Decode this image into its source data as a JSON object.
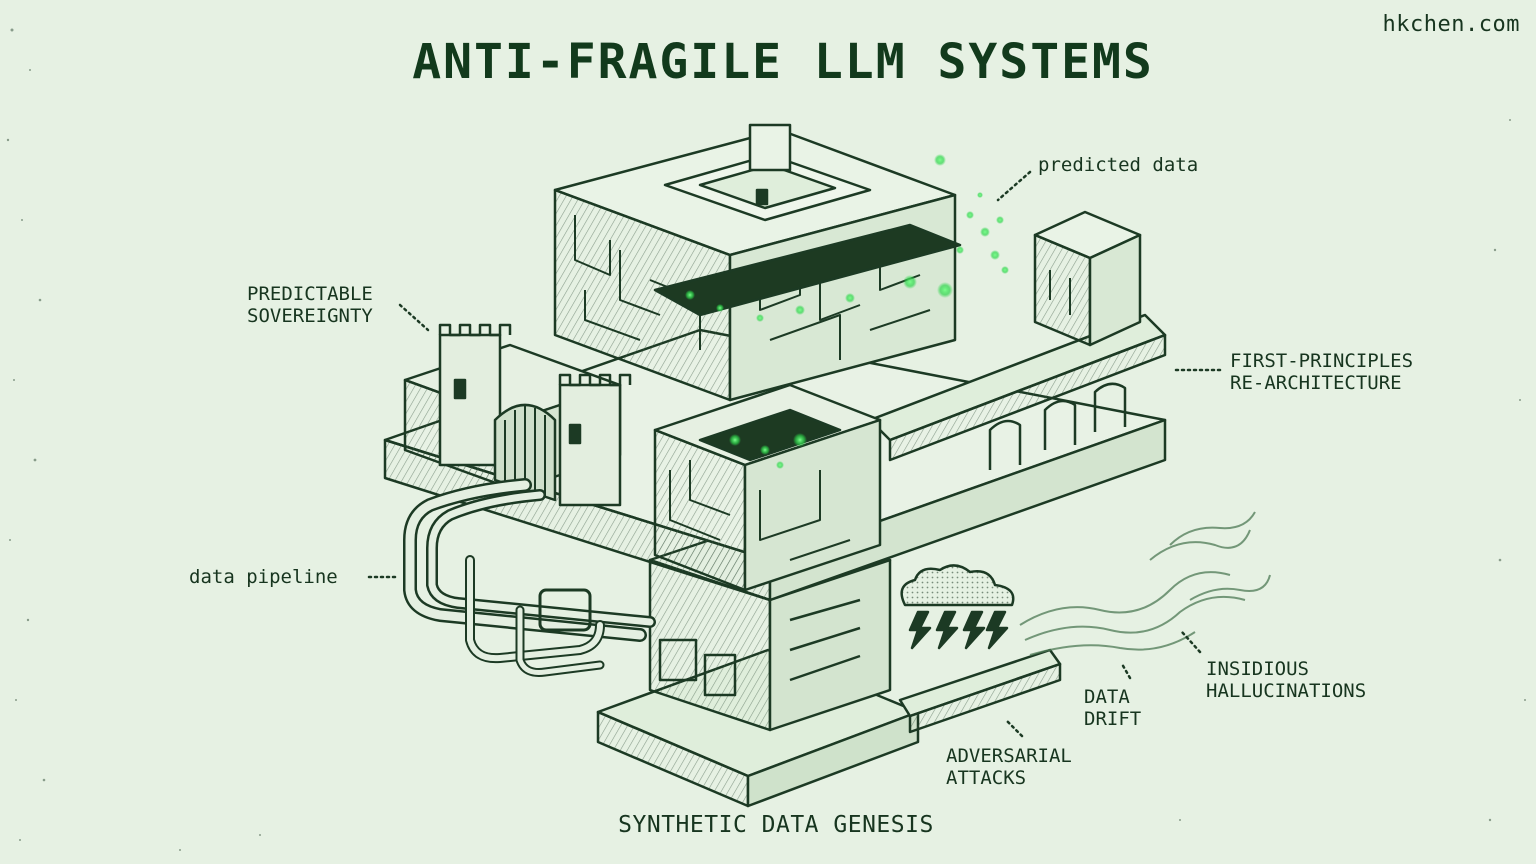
{
  "header": {
    "title": "ANTI-FRAGILE LLM SYSTEMS",
    "site": "hkchen.com"
  },
  "labels": {
    "predicted_data": "predicted data",
    "predictable_sovereignty": [
      "PREDICTABLE",
      "SOVEREIGNTY"
    ],
    "first_principles": [
      "FIRST-PRINCIPLES",
      "RE-ARCHITECTURE"
    ],
    "data_pipeline": "data pipeline",
    "insidious_hallucinations": [
      "INSIDIOUS",
      "HALLUCINATIONS"
    ],
    "data_drift": [
      "DATA",
      "DRIFT"
    ],
    "adversarial_attacks": [
      "ADVERSARIAL",
      "ATTACKS"
    ],
    "synthetic_data_genesis": "SYNTHETIC DATA GENESIS"
  },
  "colors": {
    "background": "#e6f1e3",
    "ink": "#17351f",
    "accent": "#3ee05a"
  }
}
